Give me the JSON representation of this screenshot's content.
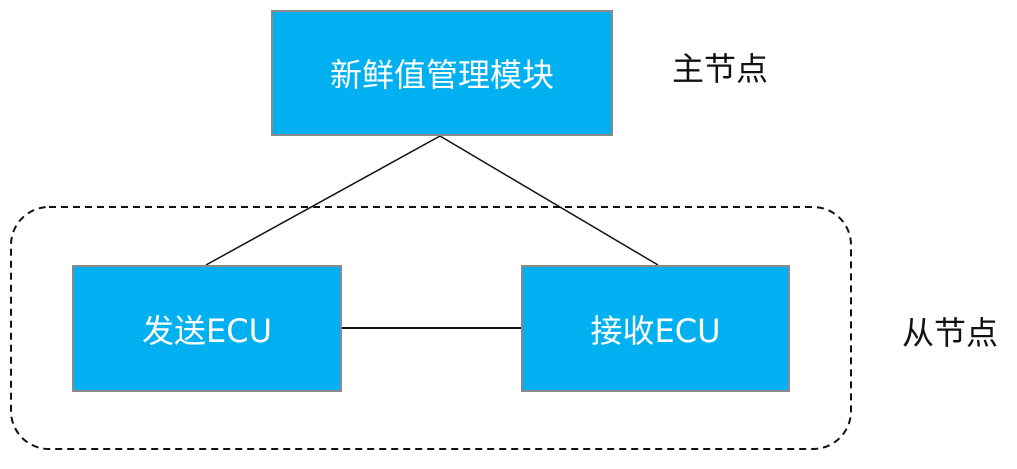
{
  "colors": {
    "node_fill": "#00b0f0",
    "node_text": "#ffffff",
    "connector": "#111111",
    "group_border": "#111111"
  },
  "nodes": {
    "master": {
      "label": "新鲜值管理模块"
    },
    "sender": {
      "label": "发送ECU"
    },
    "receiver": {
      "label": "接收ECU"
    }
  },
  "roles": {
    "master": "主节点",
    "slave": "从节点"
  },
  "edges": [
    {
      "from": "master",
      "to": "sender"
    },
    {
      "from": "master",
      "to": "receiver"
    },
    {
      "from": "sender",
      "to": "receiver"
    }
  ]
}
